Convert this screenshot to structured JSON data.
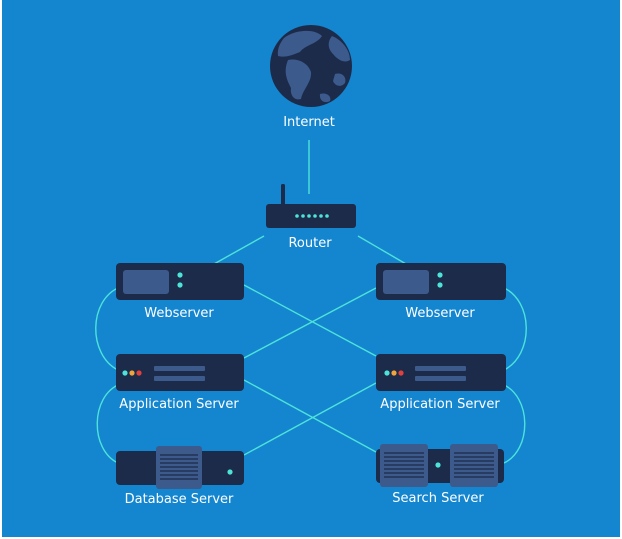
{
  "nodes": {
    "internet": "Internet",
    "router": "Router",
    "webserver_left": "Webserver",
    "webserver_right": "Webserver",
    "app_server_left": "Application Server",
    "app_server_right": "Application Server",
    "database_server": "Database Server",
    "search_server": "Search Server"
  },
  "colors": {
    "background": "#1486d0",
    "device": "#1c2b4a",
    "link": "#4de3d8",
    "led_green": "#4de3d8",
    "led_orange": "#f2a33a",
    "led_red": "#e2413b",
    "globe_ocean": "#1c2b4a",
    "globe_land": "#3c5a8c"
  }
}
